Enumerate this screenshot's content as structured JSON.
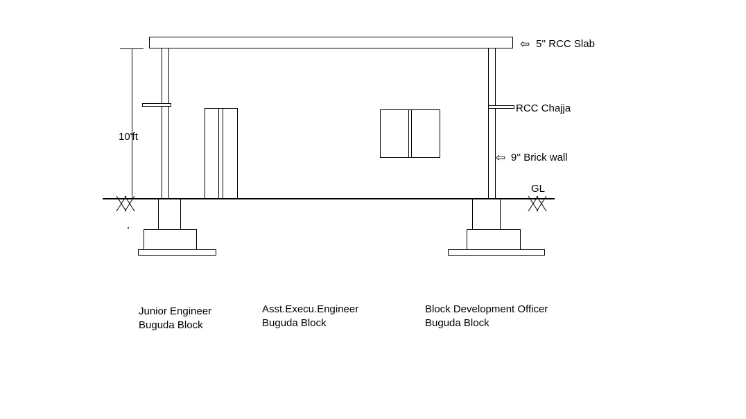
{
  "diagram": {
    "title": "Building elevation section drawing",
    "labels": {
      "height_dim": "10'ft",
      "slab": "5'' RCC Slab",
      "chajja": "RCC Chajja",
      "brick_wall": "9'' Brick wall",
      "ground_level": "GL"
    },
    "icons": {
      "left_arrow": "⇦"
    },
    "signatures": [
      {
        "title": "Junior Engineer",
        "org": "Buguda Block"
      },
      {
        "title": "Asst.Execu.Engineer",
        "org": "Buguda Block"
      },
      {
        "title": "Block Development Officer",
        "org": "Buguda Block"
      }
    ],
    "colors": {
      "line": "#000000",
      "background": "#ffffff"
    }
  }
}
